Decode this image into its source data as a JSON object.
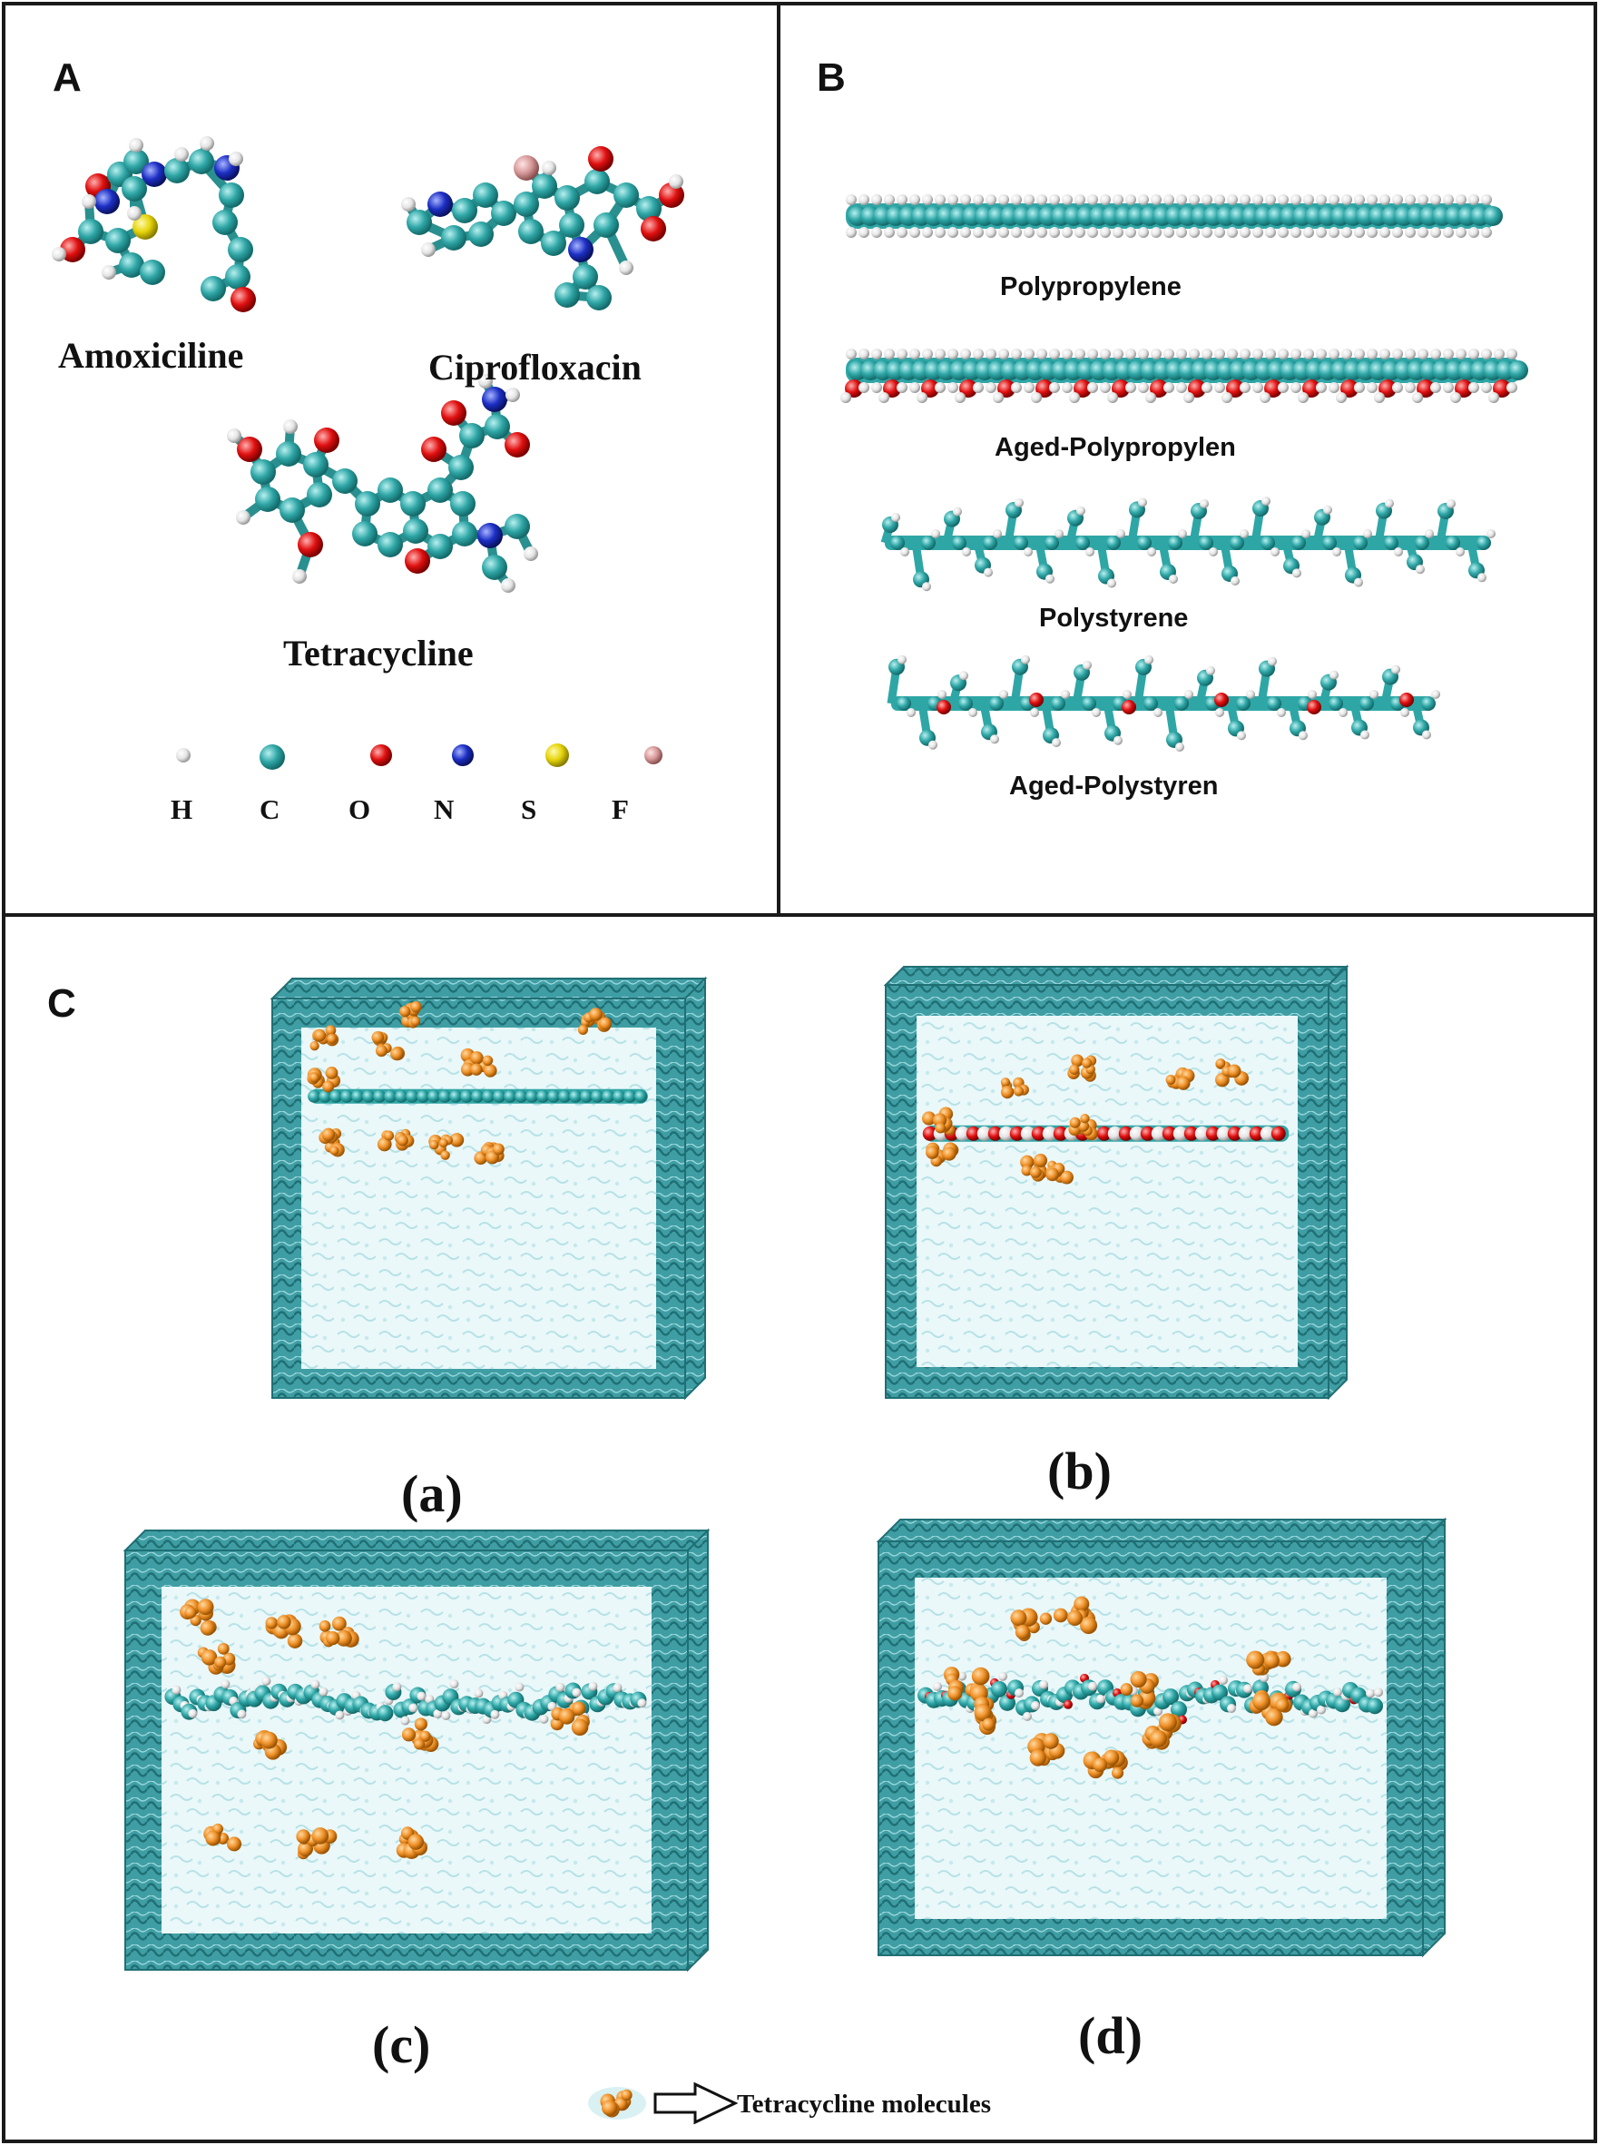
{
  "panels": {
    "a": "A",
    "b": "B",
    "c": "C"
  },
  "molecules": {
    "amoxiciline": "Amoxiciline",
    "ciprofloxacin": "Ciprofloxacin",
    "tetracycline": "Tetracycline"
  },
  "elements": [
    "H",
    "C",
    "O",
    "N",
    "S",
    "F"
  ],
  "element_colors": {
    "H": "#e8e8e8",
    "C": "#2fa6a6",
    "O": "#e01010",
    "N": "#1c2fc4",
    "S": "#e6d40a",
    "F": "#e0a0a0"
  },
  "polymers": {
    "pp": "Polypropylene",
    "app": "Aged-Polypropylen",
    "ps": "Polystyrene",
    "aps": "Aged-Polystyren"
  },
  "systems": {
    "a": "(a)",
    "b": "(b)",
    "c": "(c)",
    "d": "(d)"
  },
  "legend": {
    "label": "Tetracycline molecules",
    "molecule_color": "#f0922a"
  },
  "colors": {
    "water_edge": "#3f9ea4",
    "water_fill": "#eaf8fa",
    "border": "#1a1a1a"
  }
}
